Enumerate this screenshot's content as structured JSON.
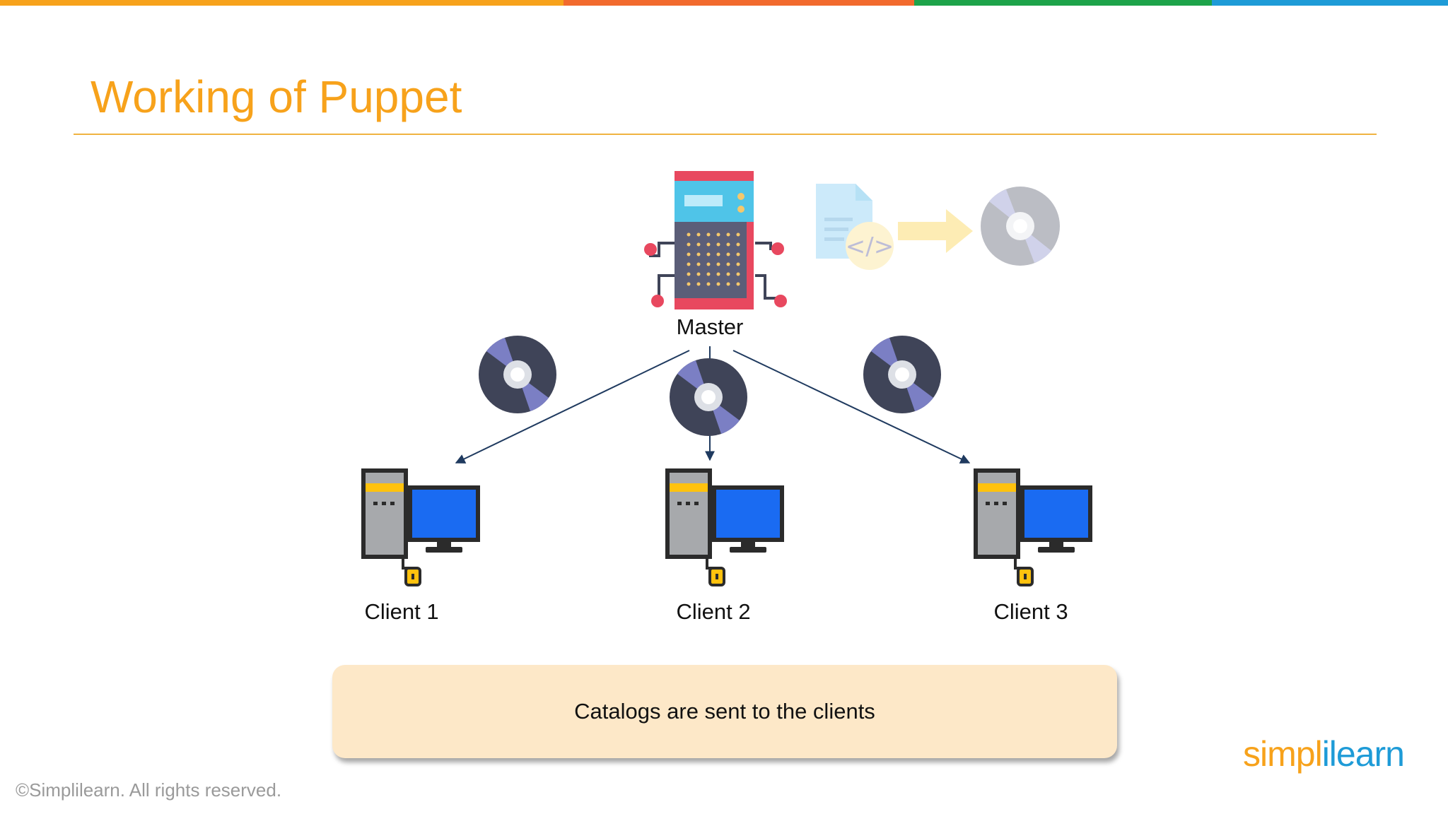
{
  "slide": {
    "title": "Working of Puppet",
    "caption": "Catalogs are sent to the clients",
    "copyright": "©Simplilearn. All rights reserved.",
    "logo": {
      "part1": "simpl",
      "part2": "i",
      "part3": "learn"
    }
  },
  "diagram": {
    "master_label": "Master",
    "clients": [
      {
        "label": "Client 1"
      },
      {
        "label": "Client 2"
      },
      {
        "label": "Client 3"
      }
    ]
  },
  "colors": {
    "title": "#F7A21B",
    "rule": "#F0B341",
    "arrow": "#1F3A5F",
    "caption_bg": "#FDE8C8",
    "top_bar": [
      "#F7A21B",
      "#F26A2D",
      "#1DA34A",
      "#1E9BD7"
    ],
    "disc": "#3F4458",
    "disc_accent": "#7B7FC4",
    "monitor_screen": "#1A6BF2"
  },
  "icons": {
    "master": "server-icon",
    "code_file": "code-file-icon",
    "transfer_arrow": "arrow-right-icon",
    "catalog": "disc-icon",
    "client": "desktop-computer-icon"
  }
}
